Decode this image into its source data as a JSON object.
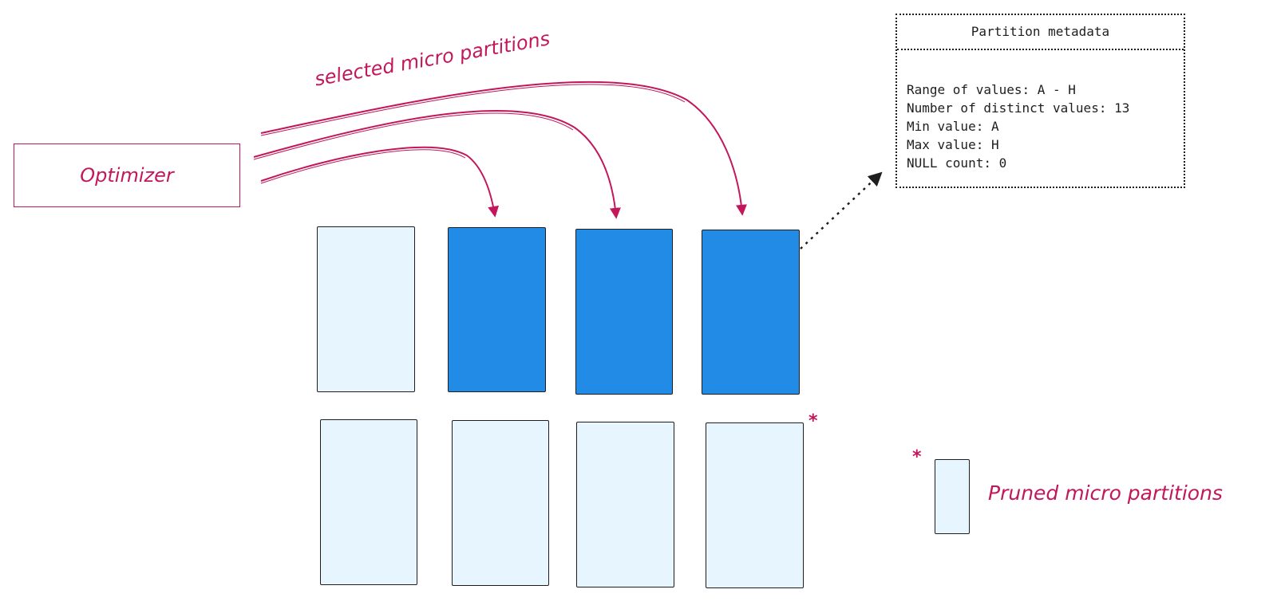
{
  "optimizer": {
    "label": "Optimizer"
  },
  "arrows_caption": "selected micro partitions",
  "partitions": {
    "top_row": [
      "pruned",
      "selected",
      "selected",
      "selected"
    ],
    "bottom_row": [
      "pruned",
      "pruned",
      "pruned",
      "pruned"
    ]
  },
  "metadata": {
    "title": "Partition metadata",
    "lines": [
      "Range of values: A - H",
      "Number of distinct values: 13",
      "Min value: A",
      "Max value: H",
      "NULL count: 0"
    ]
  },
  "legend": {
    "marker": "*",
    "label": "Pruned micro partitions"
  },
  "colors": {
    "accent": "#c2185b",
    "selected_fill": "#228be6",
    "pruned_fill": "#e7f5ff",
    "stroke": "#1e1e1e"
  }
}
